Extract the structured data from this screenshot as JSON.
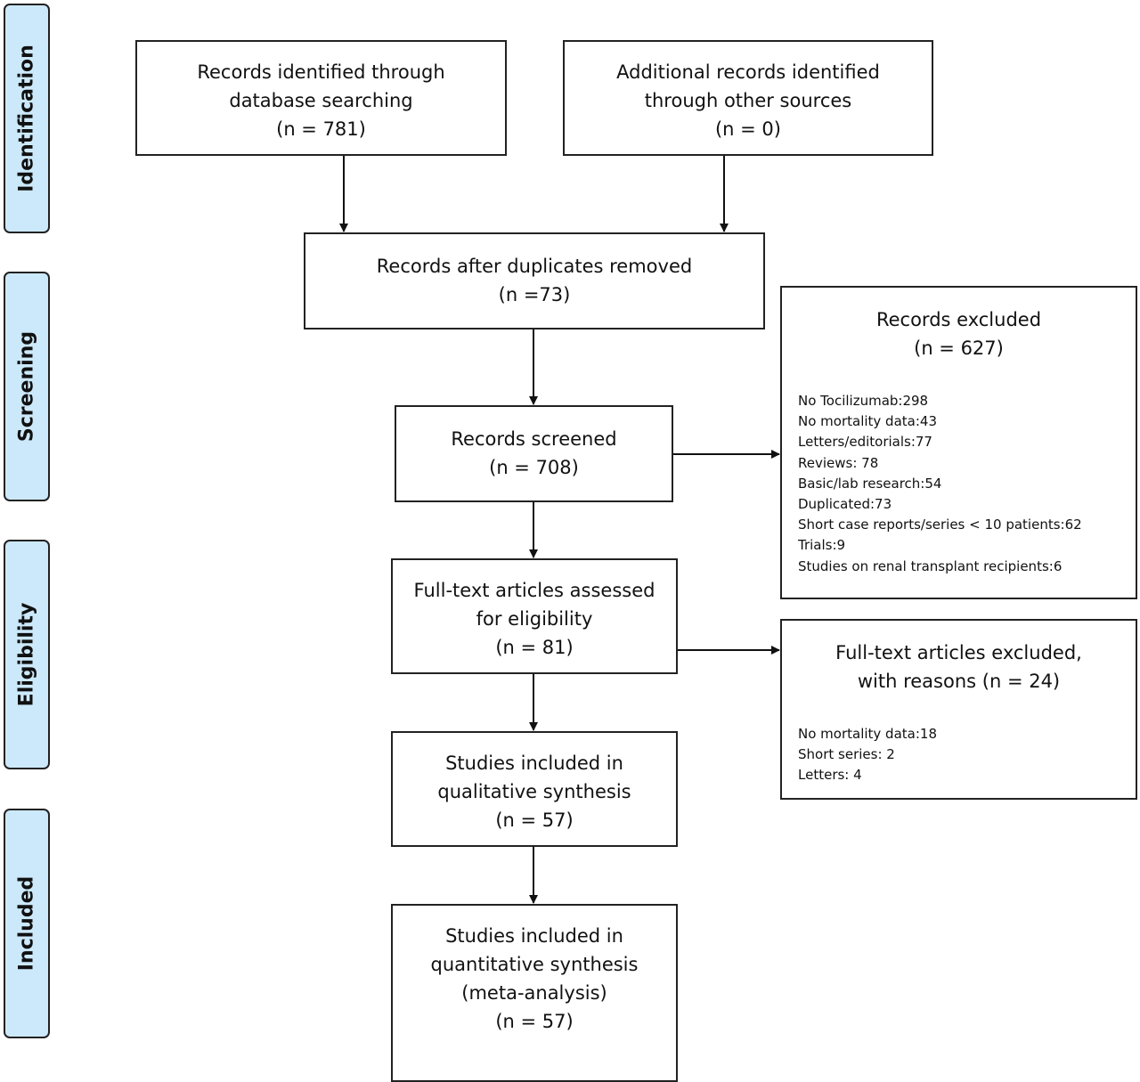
{
  "phases": {
    "identification": "Identification",
    "screening": "Screening",
    "eligibility": "Eligibility",
    "included": "Included"
  },
  "boxes": {
    "database": [
      "Records identified through",
      "database searching",
      "(n = 781)"
    ],
    "other_sources": [
      "Additional records identified",
      "through other sources",
      "(n =  0)"
    ],
    "after_duplicates": [
      "Records after duplicates removed",
      "(n =73)"
    ],
    "screened": [
      "Records screened",
      "(n = 708)"
    ],
    "full_text": [
      "Full-text articles assessed",
      "for eligibility",
      "(n = 81)"
    ],
    "qualitative": [
      "Studies included in",
      "qualitative synthesis",
      "(n = 57)"
    ],
    "quantitative": [
      "Studies included in",
      "quantitative synthesis",
      "(meta-analysis)",
      "(n = 57)"
    ]
  },
  "records_excluded": {
    "title": "Records excluded",
    "count": "(n = 627)",
    "reasons": [
      "No Tocilizumab:298",
      "No mortality data:43",
      "Letters/editorials:77",
      "Reviews: 78",
      "Basic/lab research:54",
      "Duplicated:73",
      "Short case reports/series < 10 patients:62",
      "Trials:9",
      "Studies on renal transplant recipients:6"
    ]
  },
  "fulltext_excluded": {
    "title": "Full-text articles excluded,",
    "subtitle": "with reasons (n = 24)",
    "reasons": [
      "No mortality data:18",
      "Short series: 2",
      "Letters: 4"
    ]
  }
}
